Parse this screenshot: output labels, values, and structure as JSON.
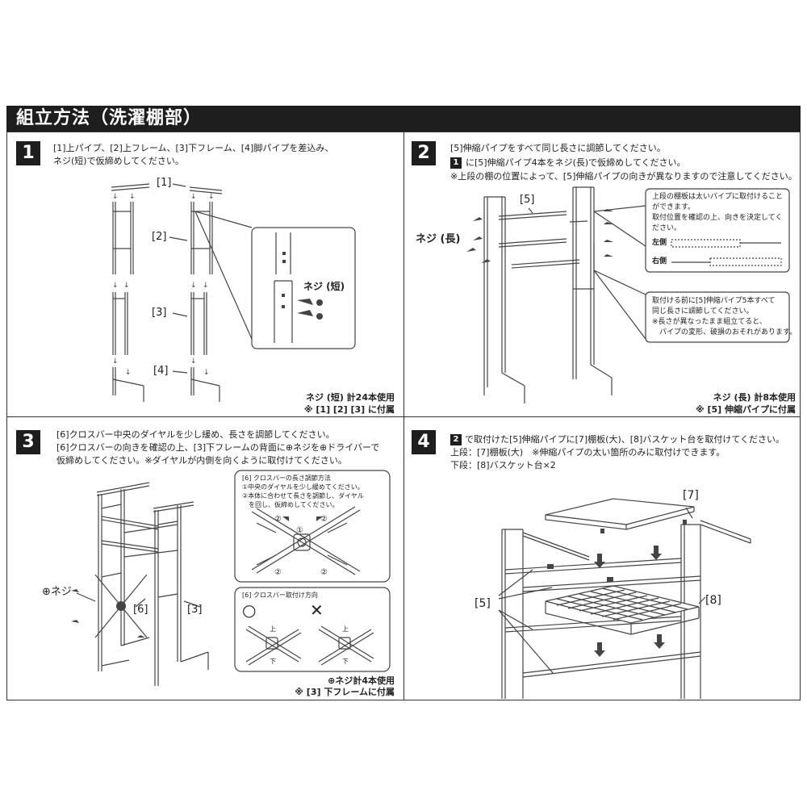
{
  "header": {
    "title": "組立方法（洗濯棚部）"
  },
  "step1": {
    "num": "1",
    "line1": "[1]上パイプ、[2]上フレーム、[3]下フレーム、[4]脚パイプを差込み、",
    "line2": "ネジ(短)で仮締めしてください。",
    "label1": "[1]",
    "label2": "[2]",
    "label3": "[3]",
    "label4": "[4]",
    "screw_label": "ネジ (短)",
    "footer1": "ネジ (短) 計24本使用",
    "footer2": "※ [1] [2] [3] に付属"
  },
  "step2": {
    "num": "2",
    "line1": "[5]伸縮パイプをすべて同じ長さに調節してください。",
    "ref": "1",
    "line2": "に[5]伸縮パイプ4本をネジ(長)で仮締めしてください。",
    "line3": "※上段の棚の位置によって、[5]伸縮パイプの向きが異なりますので注意してください。",
    "label5": "[5]",
    "screw_label": "ネジ (長)",
    "note1": [
      "上段の棚板は太いパイプに取付けること",
      "ができます。",
      "取付位置を確認の上、向きを決定してく",
      "ださい。"
    ],
    "left_label": "左側",
    "right_label": "右側",
    "note2": [
      "取付ける前に[5]伸縮パイプ5本すべて",
      "同じ長さに調節してください。",
      "※長さが異なったまま組立てると、",
      "　パイプの変形、破損のおそれがあります。"
    ],
    "footer1": "ネジ (長) 計8本使用",
    "footer2": "※ [5] 伸縮パイプに付属"
  },
  "step3": {
    "num": "3",
    "line1": "[6]クロスバー中央のダイヤルを少し緩め、長さを調節してください。",
    "line2": "[6]クロスバーの向きを確認の上、[3]下フレームの背面に⊕ネジを⊕ドライバーで",
    "line3": "仮締めしてください。※ダイヤルが内側を向くように取付けてください。",
    "screw_label": "⊕ネジ",
    "label6": "[6]",
    "label3": "[3]",
    "box1_title": "[6] クロスバーの長さ調節方法",
    "box1_l1": "①中央のダイヤルを少し緩めてください。",
    "box1_l2": "②本体に合わせて長さを調節し、ダイヤル",
    "box1_l3": "　を回し、仮締めしてください。",
    "c1": "①",
    "c2": "②",
    "box2_title": "[6] クロスバー取付け方向",
    "ok": "○",
    "ng": "✕",
    "up": "上",
    "down": "下",
    "footer1": "⊕ネジ計4本使用",
    "footer2": "※ [3] 下フレームに付属"
  },
  "step4": {
    "num": "4",
    "ref": "2",
    "line1": "で取付けた[5]伸縮パイプに[7]棚板(大)、[8]バスケット台を取付けてください。",
    "line2": "上段：[7]棚板(大)　※伸縮パイプの太い箇所のみに取付けできます。",
    "line3": "下段：[8]バスケット台×2",
    "label7": "[7]",
    "label5": "[5]",
    "label8": "[8]"
  }
}
